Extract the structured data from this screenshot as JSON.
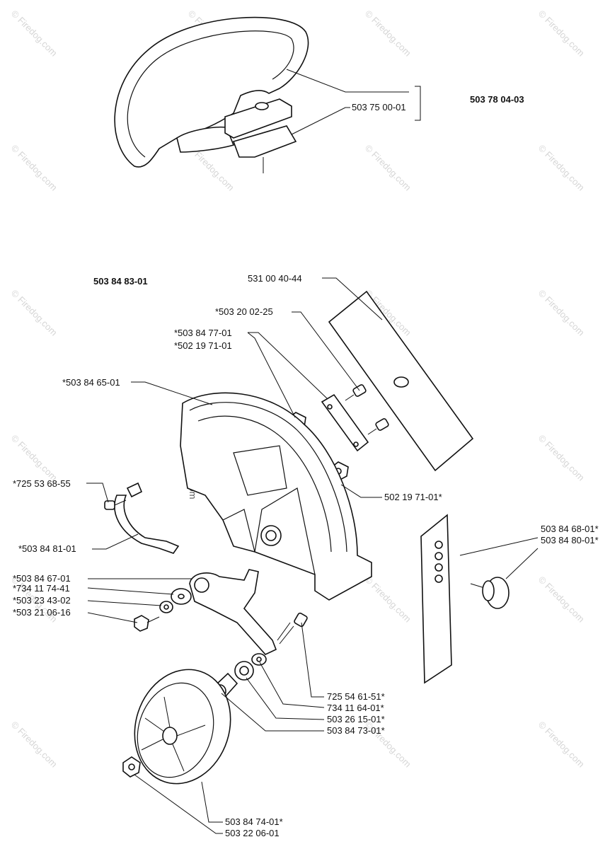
{
  "assemblies": {
    "handle_kit": "503 78 04-03",
    "guard_kit": "503 84 83-01"
  },
  "watermark": "© Firedog.com",
  "parts": {
    "handle_bar": "",
    "handle_clamp": "503 75 00-01",
    "blade": "531 00 40-44",
    "screw_blade": "*503 20 02-25",
    "clamp_plate": "*503 84 77-01",
    "nut_upper": "*502 19 71-01",
    "guard": "*503 84 65-01",
    "nut_lower": "502 19 71-01*",
    "screw_bracket": "*725 53 68-55",
    "bracket_clamp": "*503 84 81-01",
    "plate_holes": "503 84 68-01*",
    "knob": "503 84 80-01*",
    "wheel_arm": "*503 84 67-01",
    "washer_1": "*734 11 74-41",
    "washer_2": "*503 23 43-02",
    "bolt_arm": "*503 21 06-16",
    "screw_axle": "725 54 61-51*",
    "washer_axle": "734 11 64-01*",
    "bearing": "503 26 15-01*",
    "spacer": "503 84 73-01*",
    "wheel": "503 84 74-01*",
    "nut_wheel": "503 22 06-01"
  }
}
